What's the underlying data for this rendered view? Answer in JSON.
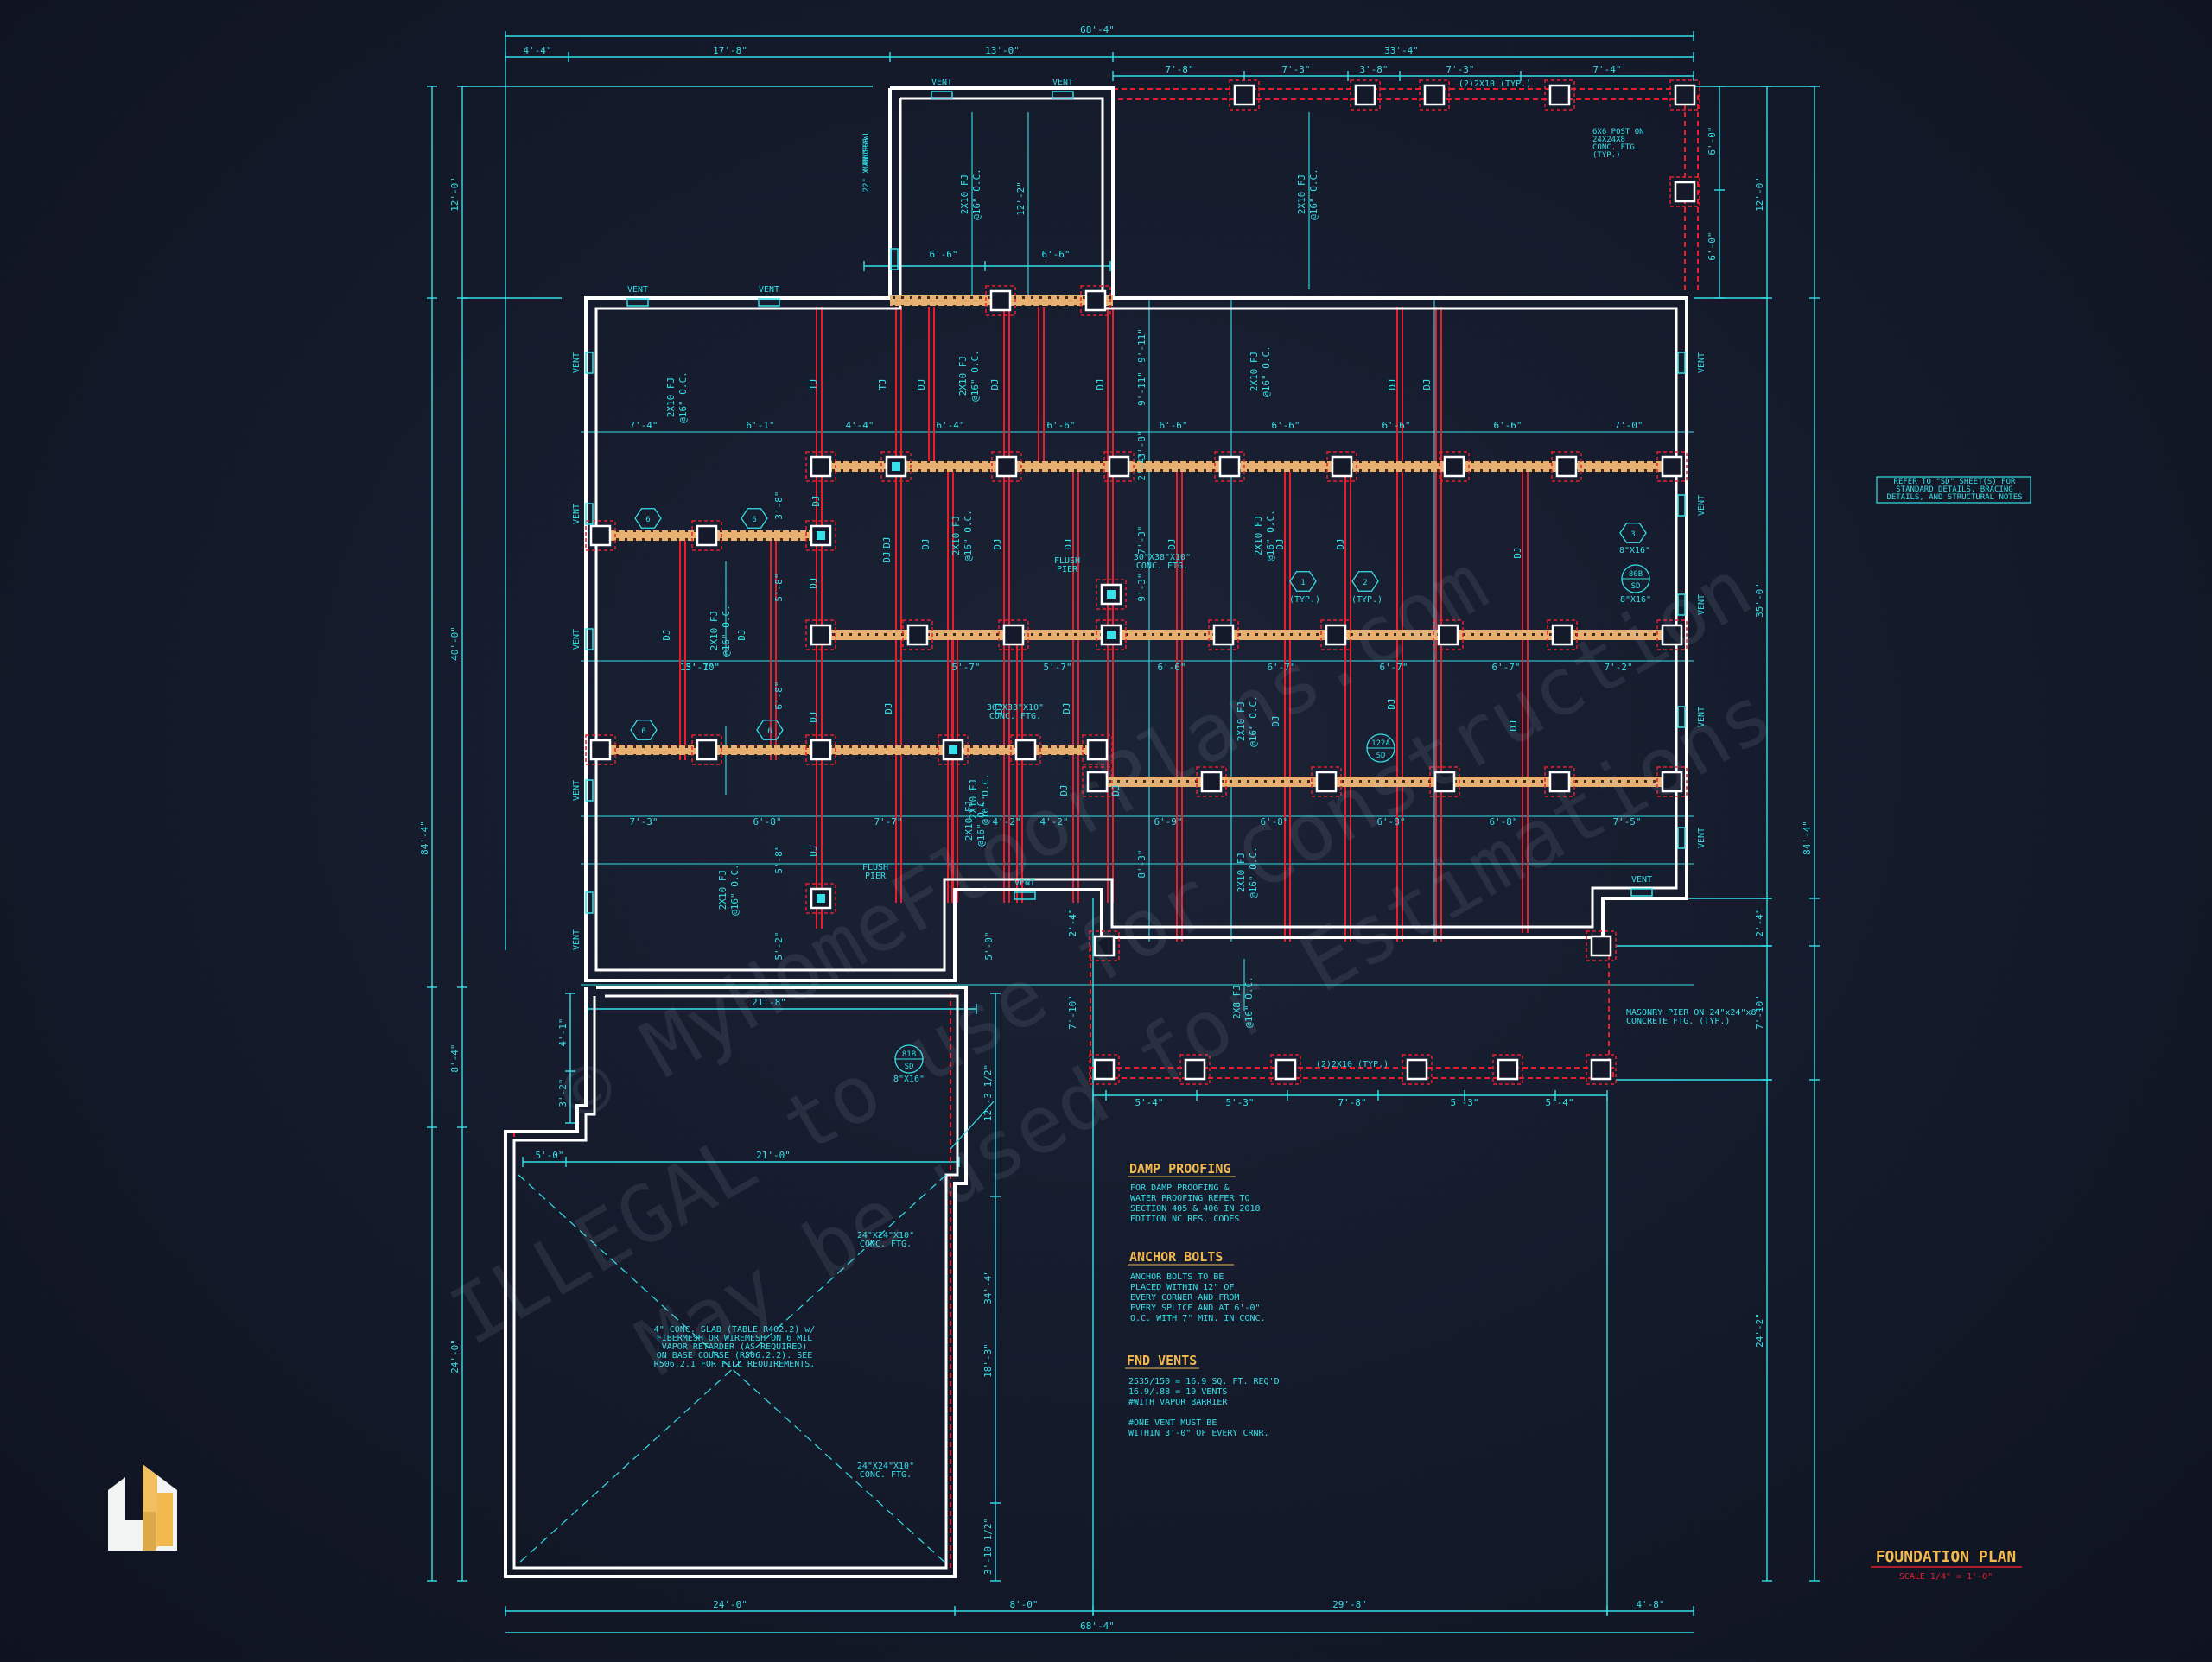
{
  "colors": {
    "background": "#141a2a",
    "dimension": "#35e0e8",
    "wall": "#ffffff",
    "beam": "#e51f2e",
    "girder": "#f0b878",
    "heading": "#f2b94e"
  },
  "watermark": {
    "line1": "© MyHomeFloorPlans.com",
    "line2": "ILLEGAL to use for Construction",
    "line3": "May be used for Estimations"
  },
  "dims": {
    "top_overall": "68'-4\"",
    "top_segments": [
      "4'-4\"",
      "17'-8\"",
      "13'-0\"",
      "33'-4\""
    ],
    "porch_segments": [
      "7'-8\"",
      "7'-3\"",
      "3'-8\"",
      "7'-3\"",
      "7'-4\""
    ],
    "bottom_overall": "68'-4\"",
    "bottom_segments": [
      "24'-0\"",
      "8'-0\"",
      "29'-8\"",
      "4'-8\""
    ],
    "left_overall": "84'-4\"",
    "left_segments": [
      "12'-0\"",
      "40'-0\"",
      "8'-4\"",
      "24'-0\""
    ],
    "right_overall": "84'-4\"",
    "right_segments": [
      "12'-0\"",
      "35'-0\"",
      "2'-4\"",
      "7'-10\"",
      "24'-2\""
    ],
    "right_small": [
      "6'-0\"",
      "6'-0\""
    ],
    "garage_top": [
      "5'-0\"",
      "21'-0\""
    ],
    "garage_mid": "21'-8\"",
    "garage_right": [
      "12'-3 1/2\"",
      "34'-4\"",
      "18'-3\"",
      "3'-10 1/2\""
    ],
    "garage_left": [
      "4'-1\"",
      "3'-2\""
    ],
    "rear_porch_bottom": [
      "5'-4\"",
      "5'-3\"",
      "7'-8\"",
      "5'-3\"",
      "5'-4\""
    ],
    "rear_porch_side": [
      "2'-4\"",
      "7'-10\""
    ],
    "row1": [
      "7'-4\"",
      "6'-1\"",
      "4'-4\"",
      "6'-4\"",
      "6'-6\"",
      "6'-6\"",
      "6'-6\"",
      "6'-6\"",
      "6'-6\"",
      "7'-0\""
    ],
    "row2": [
      "13'-10\"",
      "5'-7\"",
      "5'-7\"",
      "5'-7\"",
      "6'-6\"",
      "6'-7\"",
      "6'-7\"",
      "6'-7\"",
      "7'-2\""
    ],
    "row3": [
      "7'-3\"",
      "6'-8\"",
      "7'-7\"",
      "4'-2\"",
      "4'-2\"",
      "6'-9\"",
      "6'-8\"",
      "6'-8\"",
      "6'-8\"",
      "7'-5\""
    ],
    "bump_dims": [
      "6'-6\"",
      "6'-6\"",
      "12'-2\""
    ],
    "interior_vert": [
      "9'-11\"",
      "3'-8\"",
      "5'-8\"",
      "6'-8\"",
      "5'-8\"",
      "5'-2\"",
      "3'-8\"",
      "7'-3\"",
      "8'-3\"",
      "5'-0\"",
      "2'-4\"",
      "9'-11\"",
      "2'-4\"",
      "9'-3\""
    ]
  },
  "labels": {
    "vent": "VENT",
    "dj": "DJ",
    "tj": "TJ",
    "joist_line1": "2X10 FJ",
    "joist_line2": "@16\" O.C.",
    "joist_8_line1": "2X8 FJ",
    "crawl_access": [
      "CRAWL",
      "ACCESS",
      "MIN.",
      "22\" X 36\""
    ],
    "beam_porch": "(2)2X10 (TYP.)",
    "beam_rear": "(2)2X10 (TYP.)",
    "post_note": [
      "6X6 POST ON",
      "24X24X8",
      "CONC. FTG.",
      "(TYP.)"
    ],
    "flush_pier": [
      "FLUSH",
      "PIER"
    ],
    "footing_30x38": [
      "30\"X38\"X10\"",
      "CONC. FTG."
    ],
    "footing_30x33": [
      "30\"X33\"X10\"",
      "CONC. FTG."
    ],
    "footing_24": [
      "24\"X24\"X10\"",
      "CONC. FTG."
    ],
    "masonry_pier": [
      "MASONRY PIER ON 24\"x24\"x8\"",
      "CONCRETE FTG. (TYP.)"
    ],
    "slab_note": [
      "4\" CONC. SLAB (TABLE R402.2) w/",
      "FIBERMESH OR WIREMESH ON 6 MIL",
      "VAPOR RETARDER (AS REQUIRED)",
      "ON BASE COURSE (R506.2.2). SEE",
      "R506.2.1 FOR FILL REQUIREMENTS."
    ],
    "refer_note": [
      "REFER TO \"SD\" SHEET(S) FOR",
      "STANDARD DETAILS, BRACING",
      "DETAILS, AND STRUCTURAL NOTES"
    ],
    "typ": "(TYP.)",
    "tag_6": "6",
    "tag_1": "1",
    "tag_2": "2",
    "tag_3": "3",
    "tag_122a": [
      "122A",
      "SD"
    ],
    "tag_80b": [
      "80B",
      "SD"
    ],
    "tag_81b": [
      "81B",
      "SD"
    ],
    "bolt_8x16": "8\"X16\""
  },
  "notes": {
    "damp_title": "DAMP PROOFING",
    "damp_body": [
      "FOR DAMP PROOFING &",
      "WATER PROOFING REFER TO",
      "SECTION 405 & 406 IN 2018",
      "EDITION NC RES. CODES"
    ],
    "anchor_title": "ANCHOR BOLTS",
    "anchor_body": [
      "ANCHOR BOLTS TO BE",
      "PLACED WITHIN 12\" OF",
      "EVERY CORNER AND FROM",
      "EVERY SPLICE AND AT 6'-0\"",
      "O.C. WITH 7\" MIN. IN CONC."
    ],
    "vents_title": "FND VENTS",
    "vents_body": [
      "2535/150 = 16.9 SQ. FT. REQ'D",
      "16.9/.88 = 19 VENTS",
      "#WITH VAPOR BARRIER",
      "",
      "#ONE VENT MUST BE",
      "WITHIN 3'-0\" OF EVERY CRNR."
    ]
  },
  "title_block": {
    "title": "FOUNDATION PLAN",
    "scale": "SCALE 1/4\" = 1'-0\""
  }
}
